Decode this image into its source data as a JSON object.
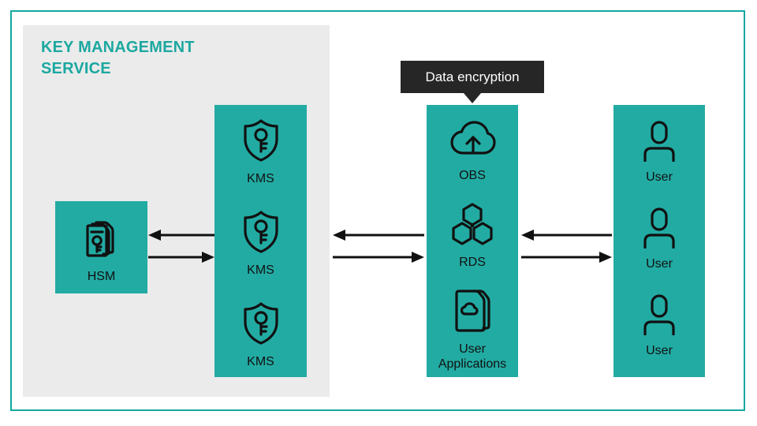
{
  "diagram": {
    "title": "Key Management Service architecture",
    "panel_title": "KEY MANAGEMENT\nSERVICE",
    "accent_color": "#1ba8a0",
    "block_color": "#22aba3",
    "panel_color": "#ebebeb",
    "tooltip_color": "#262626",
    "stroke_color": "#111111"
  },
  "tooltip": {
    "label": "Data encryption"
  },
  "hsm": {
    "label": "HSM",
    "icon": "key-cards-icon"
  },
  "kms_column": {
    "items": [
      {
        "label": "KMS",
        "icon": "shield-key-icon"
      },
      {
        "label": "KMS",
        "icon": "shield-key-icon"
      },
      {
        "label": "KMS",
        "icon": "shield-key-icon"
      }
    ]
  },
  "services_column": {
    "items": [
      {
        "label": "OBS",
        "icon": "cloud-upload-icon"
      },
      {
        "label": "RDS",
        "icon": "hexagons-icon"
      },
      {
        "label": "User\nApplications",
        "icon": "document-cloud-icon"
      }
    ]
  },
  "users_column": {
    "items": [
      {
        "label": "User",
        "icon": "user-icon"
      },
      {
        "label": "User",
        "icon": "user-icon"
      },
      {
        "label": "User",
        "icon": "user-icon"
      }
    ]
  },
  "connectors": [
    {
      "name": "hsm-to-kms",
      "directions": [
        "left",
        "right"
      ]
    },
    {
      "name": "kms-to-services",
      "directions": [
        "left",
        "right"
      ]
    },
    {
      "name": "services-to-users",
      "directions": [
        "left",
        "right"
      ]
    }
  ]
}
